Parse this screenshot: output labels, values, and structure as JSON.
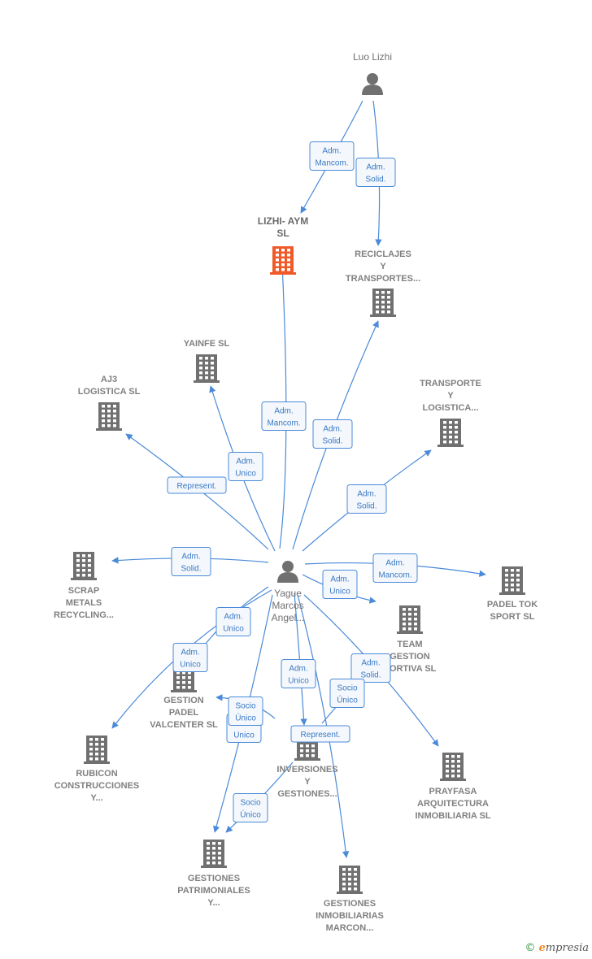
{
  "colors": {
    "edge": "#4a8ad8",
    "company": "#707070",
    "focus_company": "#f05a28",
    "person": "#707070"
  },
  "nodes": [
    {
      "id": "luo",
      "kind": "person",
      "lines": [
        "Luo Lizhi"
      ]
    },
    {
      "id": "lizhi",
      "kind": "company-focus",
      "lines": [
        "LIZHI- AYM",
        "SL"
      ]
    },
    {
      "id": "reciclajes",
      "kind": "company",
      "lines": [
        "RECICLAJES",
        "Y",
        "TRANSPORTES..."
      ]
    },
    {
      "id": "yainfe",
      "kind": "company",
      "lines": [
        "YAINFE SL"
      ]
    },
    {
      "id": "aj3",
      "kind": "company",
      "lines": [
        "AJ3",
        "LOGISTICA SL"
      ]
    },
    {
      "id": "transporte",
      "kind": "company",
      "lines": [
        "TRANSPORTE",
        "Y",
        "LOGISTICA..."
      ]
    },
    {
      "id": "yague",
      "kind": "person",
      "lines": [
        "Yague",
        "Marcos",
        "Angel..."
      ]
    },
    {
      "id": "scrap",
      "kind": "company",
      "lines": [
        "SCRAP",
        "METALS",
        "RECYCLING..."
      ]
    },
    {
      "id": "padeltok",
      "kind": "company",
      "lines": [
        "PADEL TOK",
        "SPORT  SL"
      ]
    },
    {
      "id": "team",
      "kind": "company",
      "lines": [
        "TEAM",
        "GESTION",
        "PORTIVA SL"
      ]
    },
    {
      "id": "gpadel",
      "kind": "company",
      "lines": [
        "GESTION",
        "PADEL",
        "VALCENTER SL"
      ]
    },
    {
      "id": "rubicon",
      "kind": "company",
      "lines": [
        "RUBICON",
        "CONSTRUCCIONES",
        "Y..."
      ]
    },
    {
      "id": "inversiones",
      "kind": "company",
      "lines": [
        "INVERSIONES",
        "Y",
        "GESTIONES..."
      ]
    },
    {
      "id": "prayfasa",
      "kind": "company",
      "lines": [
        "PRAYFASA",
        "ARQUITECTURA",
        "INMOBILIARIA SL"
      ]
    },
    {
      "id": "gpatrim",
      "kind": "company",
      "lines": [
        "GESTIONES",
        "PATRIMONIALES",
        "Y..."
      ]
    },
    {
      "id": "ginmob",
      "kind": "company",
      "lines": [
        "GESTIONES",
        "INMOBILIARIAS",
        "MARCON..."
      ]
    }
  ],
  "edges": [
    {
      "from": "luo",
      "to": "lizhi",
      "label": [
        "Adm.",
        "Mancom."
      ]
    },
    {
      "from": "luo",
      "to": "reciclajes",
      "label": [
        "Adm.",
        "Solid."
      ]
    },
    {
      "from": "yague",
      "to": "lizhi",
      "label": [
        "Adm.",
        "Mancom."
      ]
    },
    {
      "from": "yague",
      "to": "reciclajes",
      "label": [
        "Adm.",
        "Solid."
      ]
    },
    {
      "from": "yague",
      "to": "yainfe",
      "label": [
        "Adm.",
        "Unico"
      ]
    },
    {
      "from": "yague",
      "to": "aj3",
      "label": [
        "Represent."
      ]
    },
    {
      "from": "yague",
      "to": "transporte",
      "label": [
        "Adm.",
        "Solid."
      ]
    },
    {
      "from": "yague",
      "to": "scrap",
      "label": [
        "Adm.",
        "Solid."
      ]
    },
    {
      "from": "yague",
      "to": "padeltok",
      "label": [
        "Adm.",
        "Mancom."
      ]
    },
    {
      "from": "yague",
      "to": "team",
      "label": [
        "Adm.",
        "Unico"
      ]
    },
    {
      "from": "yague",
      "to": "gpadel",
      "label": [
        "Adm.",
        "Unico"
      ]
    },
    {
      "from": "yague",
      "to": "rubicon",
      "label": [
        "Adm.",
        "Unico"
      ]
    },
    {
      "from": "yague",
      "to": "inversiones",
      "label": [
        "Adm.",
        "Unico"
      ]
    },
    {
      "from": "yague",
      "to": "prayfasa",
      "label": [
        "Adm.",
        "Solid."
      ]
    },
    {
      "from": "yague",
      "to": "gpatrim",
      "label": [
        "Adm.",
        "Unico"
      ]
    },
    {
      "from": "yague",
      "to": "ginmob",
      "label": [
        "Represent."
      ]
    },
    {
      "from": "inversiones",
      "to": "gpadel",
      "label": [
        "Socio",
        "Único"
      ]
    },
    {
      "from": "inversiones",
      "to": "gpatrim",
      "label": [
        "Socio",
        "Único"
      ]
    },
    {
      "from": "inversiones",
      "to": "team",
      "label": [
        "Socio",
        "Único"
      ]
    }
  ],
  "footer": {
    "copyright": "©",
    "brand_first": "e",
    "brand_rest": "mpresia"
  }
}
